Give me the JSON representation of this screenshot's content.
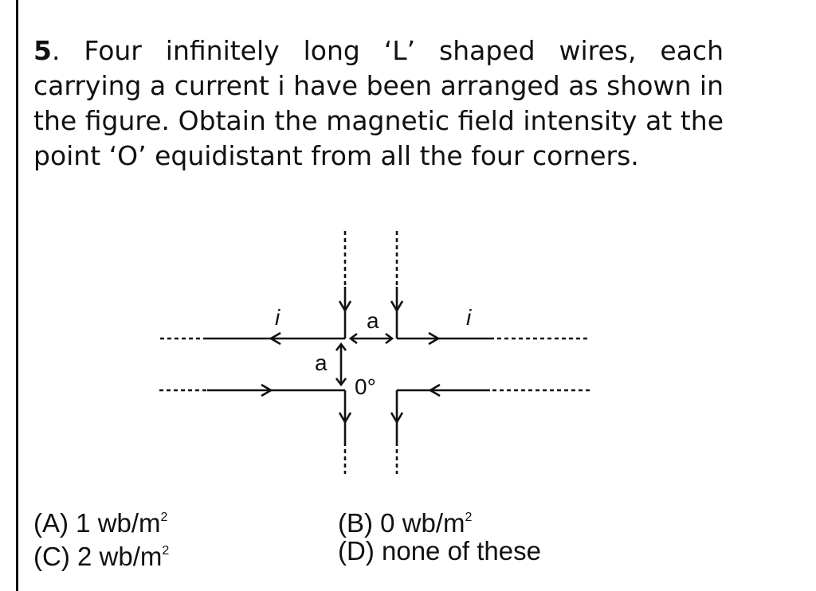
{
  "question": {
    "number": "5",
    "text": ". Four infinitely long ‘L’ shaped wires, each carrying a current i have been arranged as shown in the figure. Obtain the magnetic field intensity at the point ‘O’ equidistant from all the four corners."
  },
  "figure": {
    "labels": {
      "current_left": "i",
      "current_right": "i",
      "spacing_horizontal": "a",
      "spacing_vertical": "a",
      "point": "0°"
    }
  },
  "options": [
    {
      "label": "(A)",
      "value": "1 wb/m",
      "sup": "2"
    },
    {
      "label": "(B)",
      "value": "0 wb/m",
      "sup": "2"
    },
    {
      "label": "(C)",
      "value": "2 wb/m",
      "sup": "2"
    },
    {
      "label": "(D)",
      "value": "none of these",
      "sup": ""
    }
  ]
}
